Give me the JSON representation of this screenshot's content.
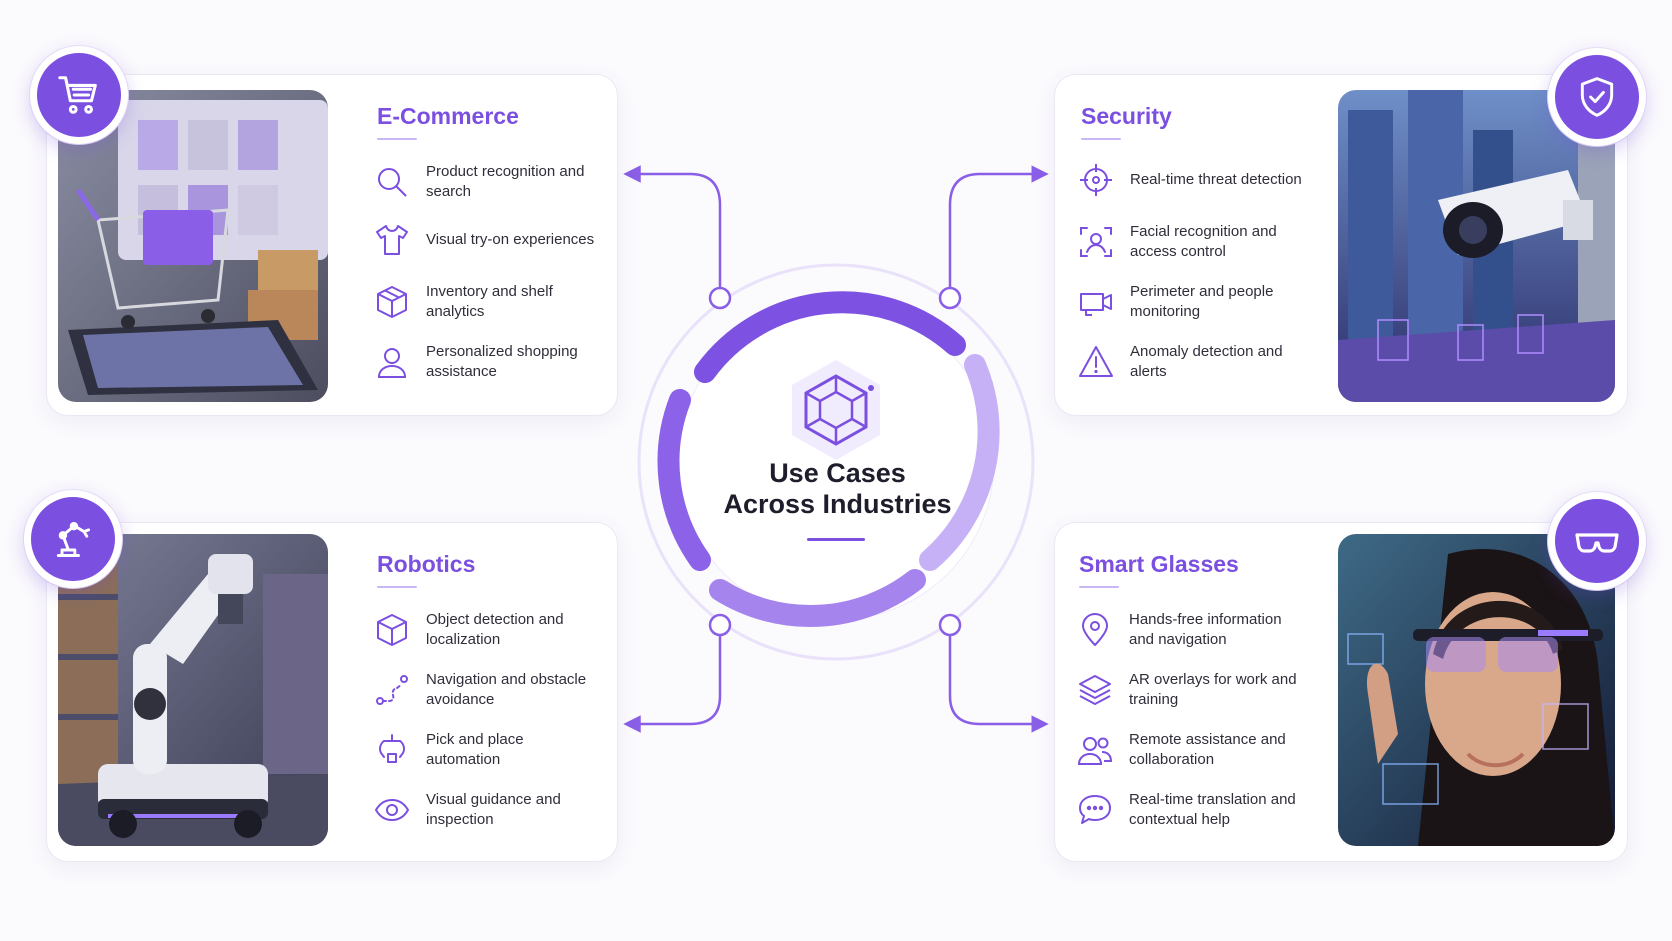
{
  "center": {
    "title_line1": "Use Cases",
    "title_line2": "Across Industries",
    "icon": "hexagon-network-icon"
  },
  "sections": {
    "ecommerce": {
      "title": "E-Commerce",
      "badge_icon": "shopping-cart-icon",
      "image": "shopping-cart-on-smartphone-photo",
      "items": [
        {
          "icon": "search-icon",
          "label": "Product recognition and search"
        },
        {
          "icon": "tshirt-icon",
          "label": "Visual try-on experiences"
        },
        {
          "icon": "box-icon",
          "label": "Inventory and shelf analytics"
        },
        {
          "icon": "user-icon",
          "label": "Personalized shopping assistance"
        }
      ]
    },
    "security": {
      "title": "Security",
      "badge_icon": "shield-check-icon",
      "image": "security-camera-city-photo",
      "items": [
        {
          "icon": "crosshair-icon",
          "label": "Real-time threat detection"
        },
        {
          "icon": "face-scan-icon",
          "label": "Facial recognition and access control"
        },
        {
          "icon": "camera-icon",
          "label": "Perimeter and people monitoring"
        },
        {
          "icon": "warning-icon",
          "label": "Anomaly detection and alerts"
        }
      ]
    },
    "robotics": {
      "title": "Robotics",
      "badge_icon": "robot-arm-icon",
      "image": "warehouse-robot-photo",
      "items": [
        {
          "icon": "cube-icon",
          "label": "Object detection and localization"
        },
        {
          "icon": "route-icon",
          "label": "Navigation and obstacle avoidance"
        },
        {
          "icon": "gripper-icon",
          "label": "Pick and place automation"
        },
        {
          "icon": "eye-icon",
          "label": "Visual guidance and inspection"
        }
      ]
    },
    "smartglasses": {
      "title": "Smart Glasses",
      "badge_icon": "glasses-icon",
      "image": "woman-with-ar-glasses-photo",
      "items": [
        {
          "icon": "location-pin-icon",
          "label": "Hands-free information and navigation"
        },
        {
          "icon": "layers-icon",
          "label": "AR overlays for work and training"
        },
        {
          "icon": "users-icon",
          "label": "Remote assistance and collaboration"
        },
        {
          "icon": "chat-bubble-icon",
          "label": "Real-time translation and contextual help"
        }
      ]
    }
  },
  "colors": {
    "accent": "#7b4fe0",
    "accent_light": "#c9b7f5",
    "text": "#2f2e3a",
    "card_border": "#ebe8f3"
  }
}
